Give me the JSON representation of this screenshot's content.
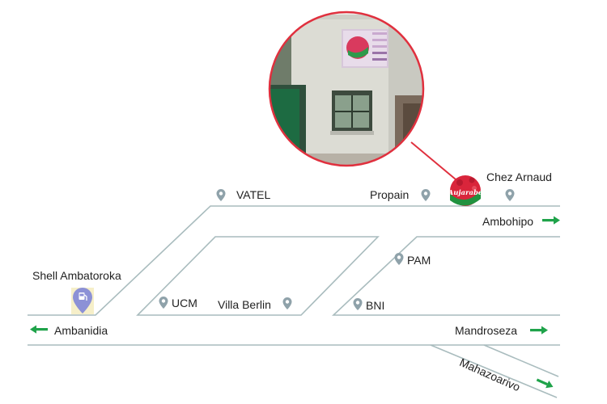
{
  "labels": {
    "vatel": "VATEL",
    "propain": "Propain",
    "chez_arnaud": "Chez Arnaud",
    "ambohipo": "Ambohipo",
    "pam": "PAM",
    "shell": "Shell Ambatoroka",
    "ucm": "UCM",
    "villa_berlin": "Villa Berlin",
    "bni": "BNI",
    "ambanidia": "Ambanidia",
    "mandroseza": "Mandroseza",
    "mahazoarivo": "Mahazoarivo"
  },
  "logo_text": "Aujarabe",
  "colors": {
    "road": "#a9bcbe",
    "pin": "#8fa2aa",
    "arrow": "#1fa34a",
    "callout": "#e0303e",
    "fuel_pin": "#8c91d6"
  },
  "icons": {
    "place": "map-pin-icon",
    "fuel": "gas-station-icon",
    "direction": "arrow-icon"
  }
}
